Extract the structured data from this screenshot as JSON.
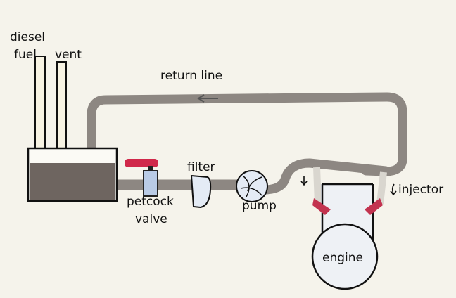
{
  "labels": {
    "diesel": "diesel",
    "fuel": "fuel",
    "vent": "vent",
    "return_line": "return line",
    "filter": "filter",
    "petcock": "petcock",
    "valve": "valve",
    "pump": "pump",
    "injector": "injector",
    "engine": "engine"
  },
  "colors": {
    "pipe": "#8d8782",
    "fuel": "#6e6560",
    "valve_handle": "#d0284a",
    "injector": "#c2334f",
    "component_fill": "#e4ebf5"
  }
}
